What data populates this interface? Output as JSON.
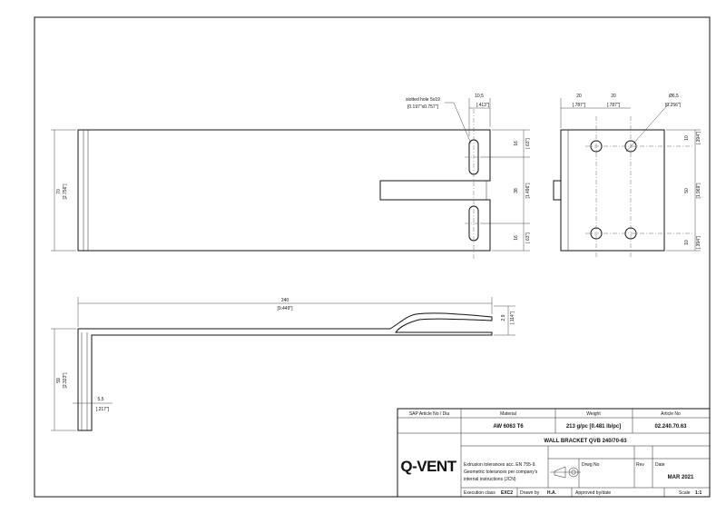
{
  "front_view": {
    "height": "70",
    "height_in": "[2.756\"]",
    "slot_note_1": "slotted hole 5x19",
    "slot_note_2": "[0.197\"x0.757\"]",
    "width_top": "10,5",
    "width_top_in": "[.413\"]",
    "r_top": "16",
    "r_top_in": "[.63\"]",
    "r_mid": "38",
    "r_mid_in": "[1.496\"]",
    "r_bot": "16",
    "r_bot_in": "[.63\"]"
  },
  "side_view": {
    "d1": "20",
    "d1_in": "[.787\"]",
    "d2": "20",
    "d2_in": "[.787\"]",
    "hole": "Ø6,5",
    "hole_in": "[0.256\"]",
    "r_top": "10",
    "r_top_in": "[.394\"]",
    "r_mid": "50",
    "r_mid_in": "[1.969\"]",
    "r_bot": "10",
    "r_bot_in": "[.394\"]"
  },
  "top_view": {
    "length": "240",
    "length_in": "[9.449\"]",
    "thick": "2,9",
    "thick_in": "[.114\"]",
    "leg": "59",
    "leg_in": "[2.323\"]",
    "foot": "5,5",
    "foot_in": "[.217\"]"
  },
  "title_block": {
    "h_sap": "SAP Article No / Dia",
    "h_material": "Material",
    "h_weight": "Weight",
    "h_article": "Article No",
    "material": "AW 6063 T6",
    "weight": "213 g/pc [0.481 lb/pc]",
    "article": "02.240.70.63",
    "title": "WALL BRACKET QVB 240/70-63",
    "logo": "Q-VENT",
    "note_1": "Extrusion tolerances acc. EN 755-9.",
    "note_2": "Geometric tolerances per company's",
    "note_3": "internal instructions (JCN)",
    "drwg_label": "Drwg No",
    "rev_label": "Rev",
    "date_label": "Date",
    "date": "MAR 2021",
    "exec_label": "Execution class",
    "exec_value": "EXC2",
    "drawn_label": "Drawn by",
    "drawn_value": "H.A.",
    "approved": "Approved by/date",
    "scale_label": "Scale",
    "scale_value": "1:1"
  }
}
